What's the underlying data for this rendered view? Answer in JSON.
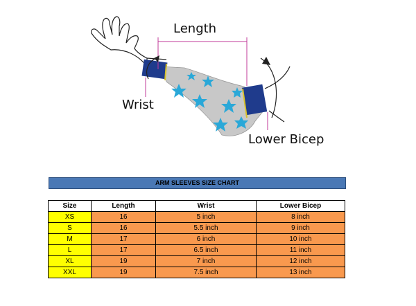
{
  "diagram": {
    "length_label": "Length",
    "wrist_label": "Wrist",
    "bicep_label": "Lower Bicep"
  },
  "chart_title": "ARM SLEEVES SIZE CHART",
  "table": {
    "headers": [
      "Size",
      "Length",
      "Wrist",
      "Lower Bicep"
    ],
    "rows": [
      [
        "XS",
        "16",
        "5 inch",
        "8 inch"
      ],
      [
        "S",
        "16",
        "5.5 inch",
        "9 inch"
      ],
      [
        "M",
        "17",
        "6 inch",
        "10 inch"
      ],
      [
        "L",
        "17",
        "6.5 inch",
        "11 inch"
      ],
      [
        "XL",
        "19",
        "7 inch",
        "12 inch"
      ],
      [
        "XXL",
        "19",
        "7.5 inch",
        "13 inch"
      ]
    ]
  },
  "colors": {
    "sleeve_body": "#c8c8c8",
    "stars": "#2aa8d8",
    "cuff": "#1f3b8c",
    "measure_lines": "#c0399a",
    "title_bar": "#4a78b5",
    "size_column": "#ffff00",
    "data_cells": "#f9994e"
  }
}
